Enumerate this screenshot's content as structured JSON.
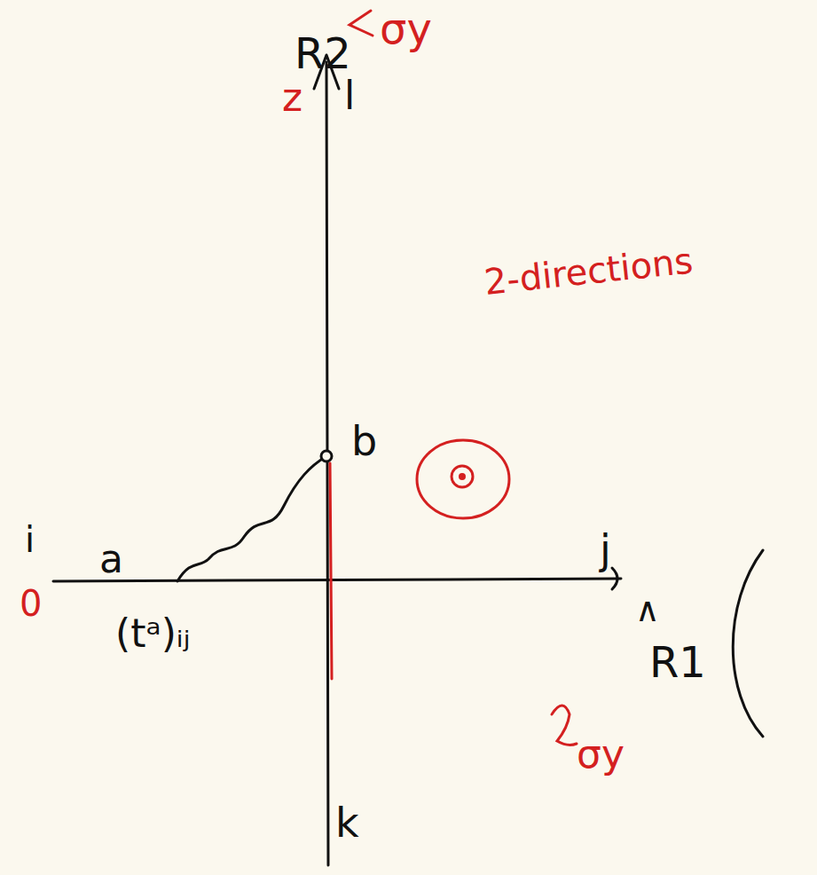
{
  "diagram": {
    "labels": [
      "R2",
      "σy",
      "z",
      "l",
      "b",
      "2-directions",
      "i",
      "a",
      "0",
      "(tᵃ)ᵢⱼ",
      "j",
      "∧",
      "R1",
      "σy",
      "k"
    ]
  }
}
